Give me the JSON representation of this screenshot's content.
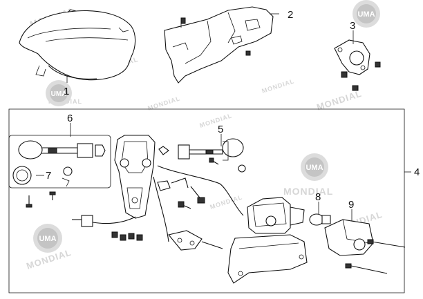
{
  "callouts": {
    "c1": "1",
    "c2": "2",
    "c3": "3",
    "c4": "4",
    "c5": "5",
    "c6": "6",
    "c7": "7",
    "c8": "8",
    "c9": "9"
  },
  "watermarks": {
    "brand": "MONDIAL",
    "logo": "UMA"
  },
  "colors": {
    "line": "#111111",
    "watermark": "#d6d6d6",
    "background": "#ffffff"
  }
}
